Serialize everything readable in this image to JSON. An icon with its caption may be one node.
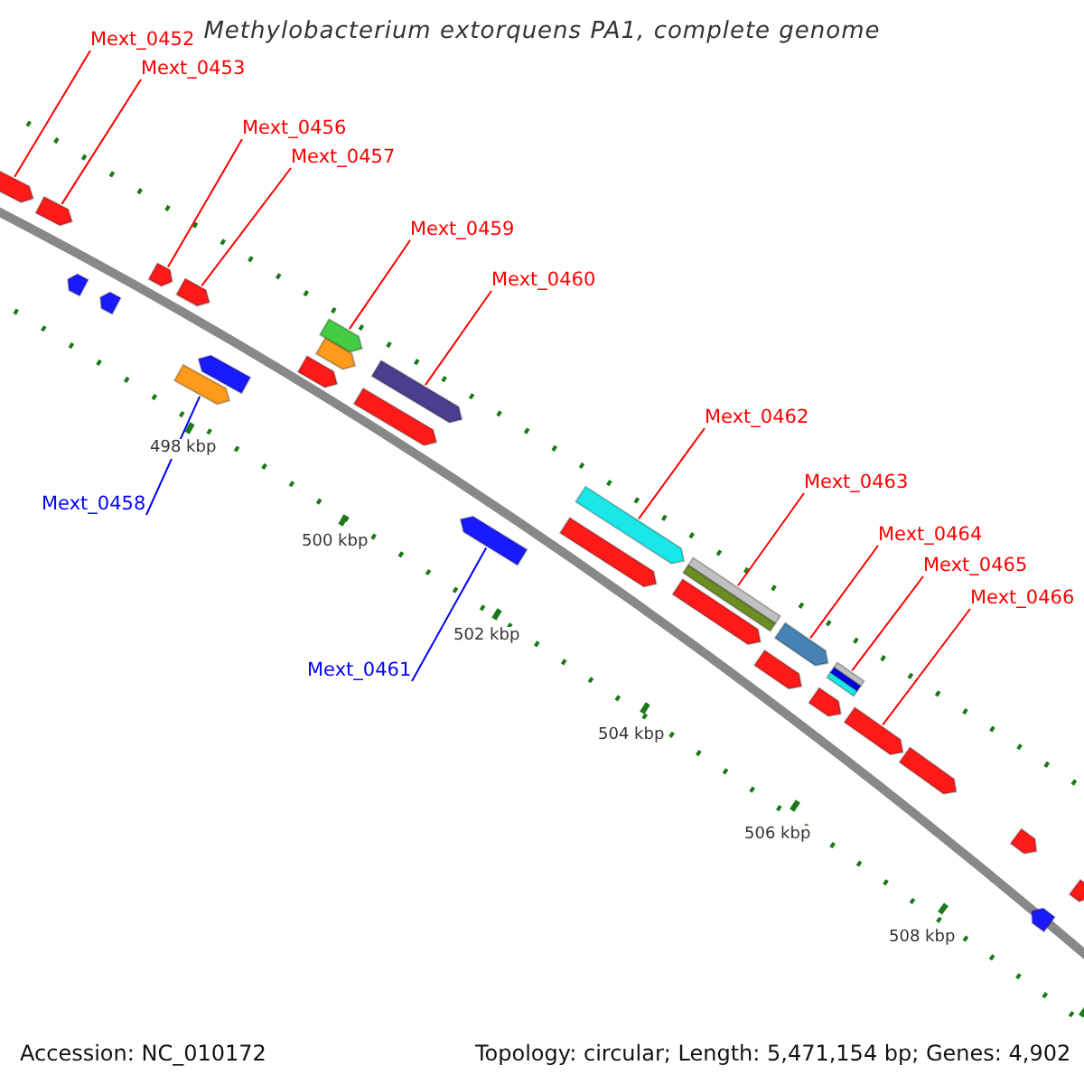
{
  "diagram": {
    "title": "Methylobacterium extorquens PA1, complete genome",
    "nodes": [
      {
        "text": [
          "Mext_0452"
        ]
      },
      {
        "text": [
          "Mext_0453"
        ]
      },
      {
        "text": [
          "Mext_0456"
        ]
      },
      {
        "text": [
          "Mext_0457"
        ]
      },
      {
        "text": [
          "Mext_0459"
        ]
      },
      {
        "text": [
          "Mext_0460"
        ]
      },
      {
        "text": [
          "Mext_0462"
        ]
      },
      {
        "text": [
          "Mext_0463"
        ]
      },
      {
        "text": [
          "Mext_0458"
        ]
      },
      {
        "text": [
          "Mext_0464"
        ]
      },
      {
        "text": [
          "Mext_0465"
        ]
      },
      {
        "text": [
          "Mext_0466"
        ]
      },
      {
        "text": [
          "Mext_0461"
        ]
      },
      {
        "text": [],
        "shape": "bar"
      },
      {
        "text": [],
        "shape": "bar"
      },
      {
        "text": [],
        "shape": "bar"
      },
      {
        "text": [],
        "shape": "bar"
      },
      {
        "text": [],
        "shape": "bar"
      },
      {
        "text": [],
        "shape": "bar"
      },
      {
        "text": [],
        "shape": "bar"
      },
      {
        "text": [],
        "shape": "bar"
      },
      {
        "text": [],
        "shape": "bar"
      },
      {
        "text": [],
        "shape": "bar"
      },
      {
        "text": [],
        "shape": "bar"
      },
      {
        "text": [],
        "shape": "bar"
      },
      {
        "text": [],
        "shape": "bar"
      },
      {
        "text": [],
        "shape": "bar"
      },
      {
        "text": [],
        "shape": "bar"
      },
      {
        "text": [],
        "shape": "bar"
      },
      {
        "text": [],
        "shape": "bar"
      },
      {
        "text": [],
        "shape": "bar"
      },
      {
        "text": [],
        "shape": "bar"
      },
      {
        "text": [],
        "shape": "bar"
      },
      {
        "text": [],
        "shape": "bar"
      },
      {
        "text": [],
        "shape": "bar"
      },
      {
        "text": [],
        "shape": "bar"
      },
      {
        "text": [],
        "shape": "bar"
      },
      {
        "text": [],
        "shape": "bar"
      },
      {
        "text": [],
        "shape": "bar"
      },
      {
        "text": [],
        "shape": "bar"
      }
    ],
    "edges": [
      {
        "from": 0,
        "to": 13,
        "arrow": "none"
      },
      {
        "from": 1,
        "to": 14,
        "arrow": "none"
      },
      {
        "from": 2,
        "to": 15,
        "arrow": "none"
      },
      {
        "from": 3,
        "to": 16,
        "arrow": "none"
      },
      {
        "from": 4,
        "to": 18,
        "arrow": "none"
      },
      {
        "from": 5,
        "to": 19,
        "arrow": "none"
      },
      {
        "from": 6,
        "to": 21,
        "arrow": "none"
      },
      {
        "from": 7,
        "to": 22,
        "arrow": "none"
      },
      {
        "from": 8,
        "to": 17,
        "arrow": "none",
        "color": "#0000ff"
      },
      {
        "from": 9,
        "to": 23,
        "arrow": "none"
      },
      {
        "from": 10,
        "to": 24,
        "arrow": "none"
      },
      {
        "from": 11,
        "to": 25,
        "arrow": "none"
      },
      {
        "from": 12,
        "to": 20,
        "arrow": "none",
        "color": "#0000ff"
      }
    ],
    "labels": [
      "498 kbp",
      "500 kbp",
      "502 kbp",
      "504 kbp",
      "506 kbp",
      "508 kbp",
      "Accession: NC_010172",
      "Topology: circular; Length: 5,471,154 bp; Genes: 4,902"
    ]
  }
}
